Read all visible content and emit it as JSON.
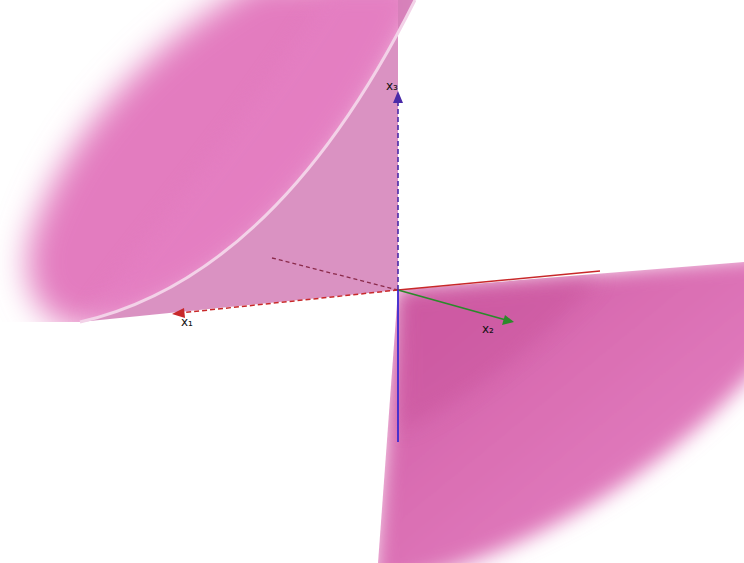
{
  "diagram": {
    "labels": [
      "x₁",
      "x₂",
      "x₃"
    ]
  }
}
